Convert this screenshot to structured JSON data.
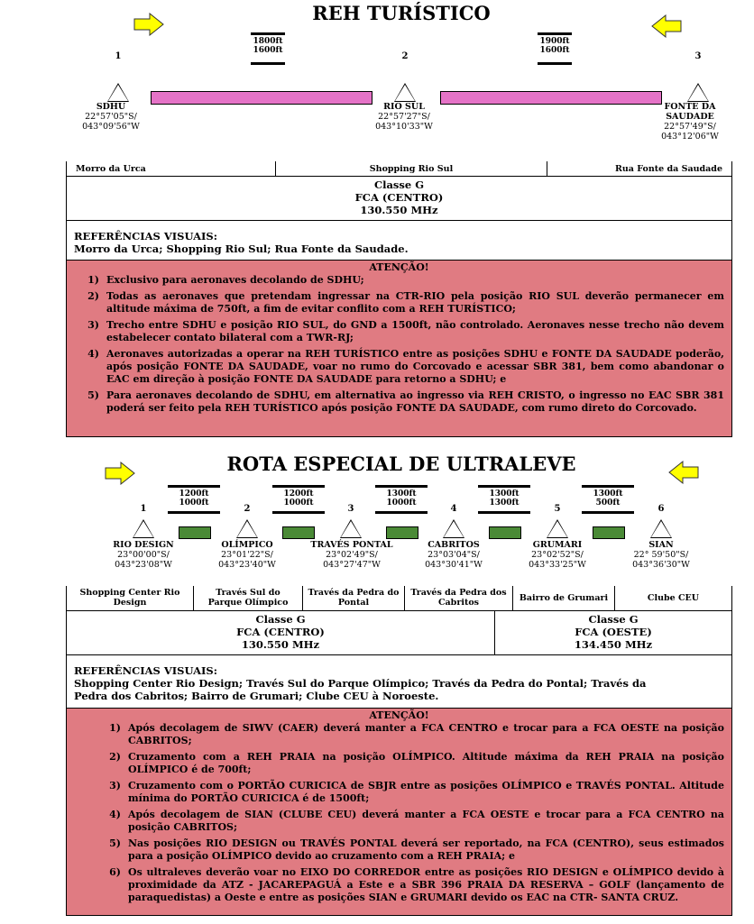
{
  "sec1": {
    "title": "REH TURÍSTICO",
    "points": [
      {
        "num": "1",
        "name": "SDHU",
        "lat": "22°57'05\"S/",
        "lon": "043°09'56\"W"
      },
      {
        "num": "2",
        "name": "RIO SUL",
        "lat": "22°57'27\"S/",
        "lon": "043°10'33\"W"
      },
      {
        "num": "3",
        "name": "FONTE DA SAUDADE",
        "lat": "22°57'49\"S/",
        "lon": "043°12'06\"W"
      }
    ],
    "alts": [
      {
        "top": "1800ft",
        "bottom": "1600ft"
      },
      {
        "top": "1900ft",
        "bottom": "1600ft"
      }
    ],
    "refs_row": [
      "Morro da Urca",
      "Shopping Rio Sul",
      "Rua Fonte da Saudade"
    ],
    "class": "Classe G",
    "fca": "FCA (CENTRO)",
    "freq": "130.550 MHz",
    "visual_label": "REFERÊNCIAS VISUAIS:",
    "visual_text": "Morro da Urca; Shopping Rio Sul; Rua Fonte da Saudade.",
    "attention": "ATENÇÃO!",
    "items": [
      {
        "n": "1)",
        "t": "Exclusivo para aeronaves decolando de SDHU;"
      },
      {
        "n": "2)",
        "t": "Todas as aeronaves que pretendam ingressar na CTR-RIO pela posição RIO SUL deverão permanecer em altitude máxima de 750ft, a fim de evitar conflito com a REH TURÍSTICO;"
      },
      {
        "n": "3)",
        "t": "Trecho entre SDHU e posição RIO SUL, do GND a 1500ft, não controlado. Aeronaves nesse trecho não devem estabelecer contato bilateral com a TWR-RJ;"
      },
      {
        "n": "4)",
        "t": "Aeronaves autorizadas a operar na REH TURÍSTICO entre as posições SDHU e FONTE DA SAUDADE poderão, após posição FONTE DA SAUDADE, voar no rumo do Corcovado e acessar SBR 381, bem como abandonar o EAC em direção à posição FONTE DA SAUDADE para retorno a SDHU; e"
      },
      {
        "n": "5)",
        "t": "Para aeronaves decolando de SDHU, em alternativa ao ingresso via REH CRISTO, o ingresso no EAC SBR 381 poderá ser feito pela REH TURÍSTICO após posição FONTE DA SAUDADE, com rumo direto do Corcovado."
      }
    ]
  },
  "sec2": {
    "title": "ROTA ESPECIAL DE ULTRALEVE",
    "points": [
      {
        "num": "1",
        "name": "RIO DESIGN",
        "lat": "23°00'00\"S/",
        "lon": "043°23'08\"W"
      },
      {
        "num": "2",
        "name": "OLÍMPICO",
        "lat": "23°01'22\"S/",
        "lon": "043°23'40\"W"
      },
      {
        "num": "3",
        "name": "TRAVÉS PONTAL",
        "lat": "23°02'49\"S/",
        "lon": "043°27'47\"W"
      },
      {
        "num": "4",
        "name": "CABRITOS",
        "lat": "23°03'04\"S/",
        "lon": "043°30'41\"W"
      },
      {
        "num": "5",
        "name": "GRUMARI",
        "lat": "23°02'52\"S/",
        "lon": "043°33'25\"W"
      },
      {
        "num": "6",
        "name": "SIAN",
        "lat": "22° 59'50\"S/",
        "lon": "043°36'30\"W"
      }
    ],
    "alts": [
      {
        "top": "1200ft",
        "bottom": "1000ft"
      },
      {
        "top": "1200ft",
        "bottom": "1000ft"
      },
      {
        "top": "1300ft",
        "bottom": "1000ft"
      },
      {
        "top": "1300ft",
        "bottom": "1300ft"
      },
      {
        "top": "1300ft",
        "bottom": "500ft"
      }
    ],
    "refs_row": [
      "Shopping Center Rio Design",
      "Través Sul do Parque Olímpico",
      "Través da Pedra do Pontal",
      "Través da Pedra dos Cabritos",
      "Bairro de Grumari",
      "Clube CEU"
    ],
    "left": {
      "class": "Classe G",
      "fca": "FCA (CENTRO)",
      "freq": "130.550 MHz"
    },
    "right": {
      "class": "Classe G",
      "fca": "FCA (OESTE)",
      "freq": "134.450 MHz"
    },
    "visual_label": "REFERÊNCIAS VISUAIS:",
    "visual_text": "Shopping Center Rio Design; Través Sul do Parque Olímpico; Través da Pedra do Pontal; Través da Pedra dos Cabritos; Bairro de Grumari; Clube CEU à Noroeste.",
    "attention": "ATENÇÃO!",
    "items": [
      {
        "n": "1)",
        "t": "Após decolagem de SIWV (CAER) deverá manter a FCA CENTRO e trocar para a FCA OESTE na posição CABRITOS;"
      },
      {
        "n": "2)",
        "t": "Cruzamento com a REH PRAIA na posição OLÍMPICO. Altitude máxima da REH PRAIA na posição OLÍMPICO é de 700ft;"
      },
      {
        "n": "3)",
        "t": "Cruzamento com o PORTÃO CURICICA de SBJR entre as posições OLÍMPICO e TRAVÉS PONTAL. Altitude mínima do PORTÃO CURICICA é de 1500ft;"
      },
      {
        "n": "4)",
        "t": "Após decolagem de SIAN (CLUBE CEU) deverá manter a FCA OESTE e trocar para a FCA CENTRO na posição CABRITOS;"
      },
      {
        "n": "5)",
        "t": "Nas posições RIO DESIGN ou TRAVÉS PONTAL deverá ser reportado, na FCA (CENTRO), seus estimados para a posição OLÍMPICO devido ao cruzamento com a REH PRAIA; e"
      },
      {
        "n": "6)",
        "t": "Os ultraleves deverão voar no EIXO DO CORREDOR entre as posições RIO DESIGN e OLÍMPICO devido à proximidade da ATZ - JACAREPAGUÁ a Este e a SBR 396 PRAIA DA RESERVA – GOLF (lançamento de paraquedistas) a Oeste e entre as posições SIAN e GRUMARI devido os EAC na CTR- SANTA CRUZ."
      }
    ]
  }
}
